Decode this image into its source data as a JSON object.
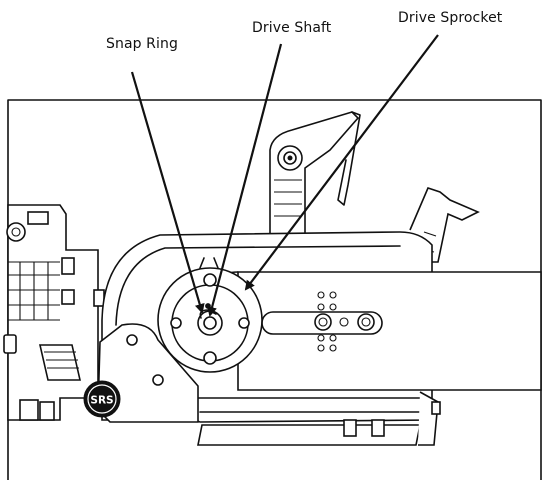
{
  "callouts": {
    "snap_ring": "Snap Ring",
    "drive_shaft": "Drive Shaft",
    "drive_sprocket": "Drive Sprocket"
  },
  "logo": {
    "text": "SRS"
  },
  "colors": {
    "line": "#111111",
    "background": "#ffffff",
    "fill_gray": "#d8d8d8"
  }
}
